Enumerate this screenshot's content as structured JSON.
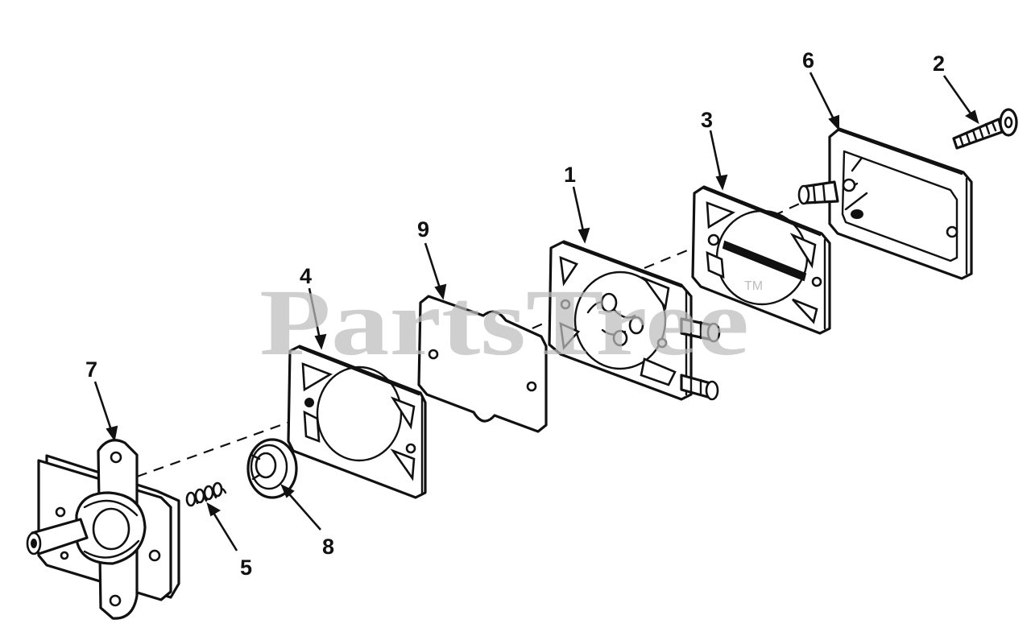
{
  "callouts": {
    "c1": "1",
    "c2": "2",
    "c3": "3",
    "c4": "4",
    "c5": "5",
    "c6": "6",
    "c7": "7",
    "c8": "8",
    "c9": "9"
  },
  "watermark": {
    "text": "PartsTree",
    "tm": "TM"
  }
}
